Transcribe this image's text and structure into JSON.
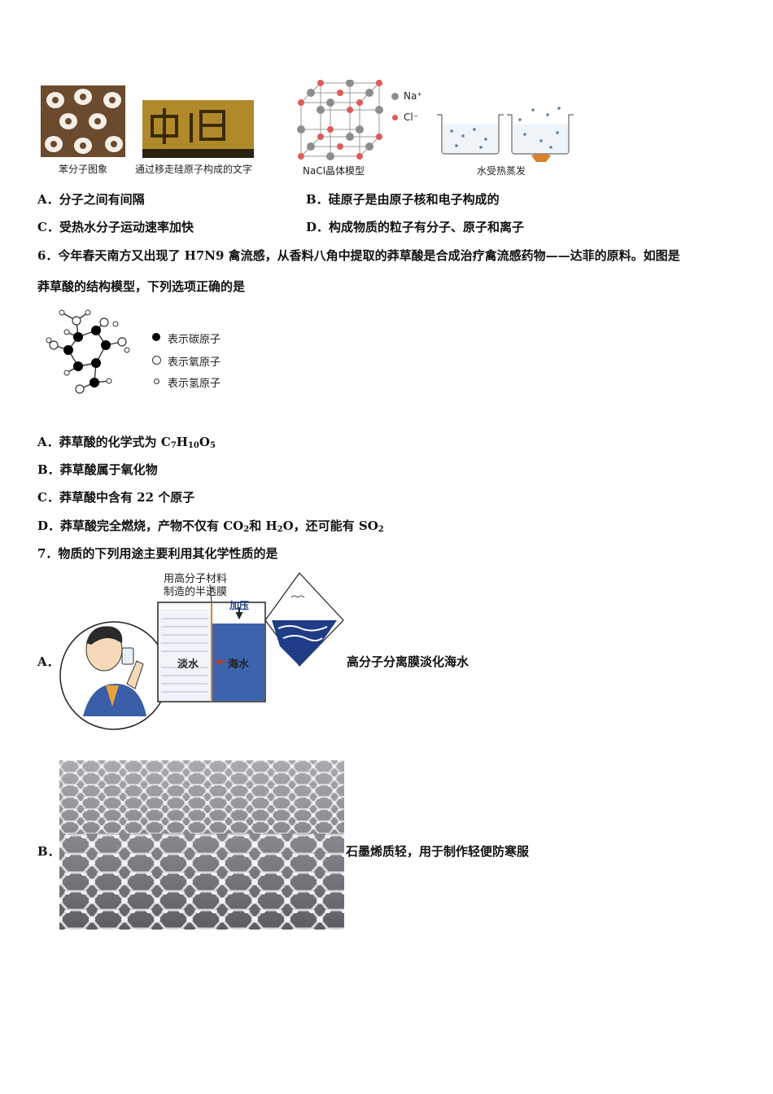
{
  "q5": {
    "captions": [
      "苯分子图象",
      "通过移走硅原子构成的文字",
      "NaCl晶体模型",
      "水受热蒸发"
    ],
    "legend_na": "Na⁺",
    "legend_cl": "Cl⁻",
    "options": {
      "a": "A．分子之间有间隔",
      "b": "B．硅原子是由原子核和电子构成的",
      "c": "C．受热水分子运动速率加快",
      "d": "D．构成物质的粒子有分子、原子和离子"
    }
  },
  "q6": {
    "stem_line1": "6．今年春天南方又出现了 H7N9 禽流感，从香料八角中提取的莽草酸是合成治疗禽流感药物——达菲的原料。如图是",
    "stem_line2": "莽草酸的结构模型，下列选项正确的是",
    "legend": [
      "表示碳原子",
      "表示氧原子",
      "表示氢原子"
    ],
    "options": {
      "a": {
        "text": "A．莽草酸的化学式为 C",
        "sub1": "7",
        "mid1": "H",
        "sub2": "10",
        "mid2": "O",
        "sub3": "5"
      },
      "b": "B．莽草酸属于氧化物",
      "c": "C．莽草酸中含有 22 个原子",
      "d": {
        "text": "D．莽草酸完全燃烧，产物不仅有 CO",
        "sub1": "2",
        "mid1": "和 H",
        "sub2": "2",
        "mid2": "O，还可能有 SO",
        "sub3": "2"
      }
    }
  },
  "q7": {
    "stem": "7．物质的下列用途主要利用其化学性质的是",
    "a_label": "A．",
    "a_fig_label1": "用高分子材料",
    "a_fig_label2": "制造的半透膜",
    "a_fig_pressure": "加压",
    "a_fig_fresh": "淡水",
    "a_fig_sea": "海水",
    "a_text": "高分子分离膜淡化海水",
    "b_label": "B．",
    "b_text": "石墨烯质轻，用于制作轻便防寒服"
  }
}
